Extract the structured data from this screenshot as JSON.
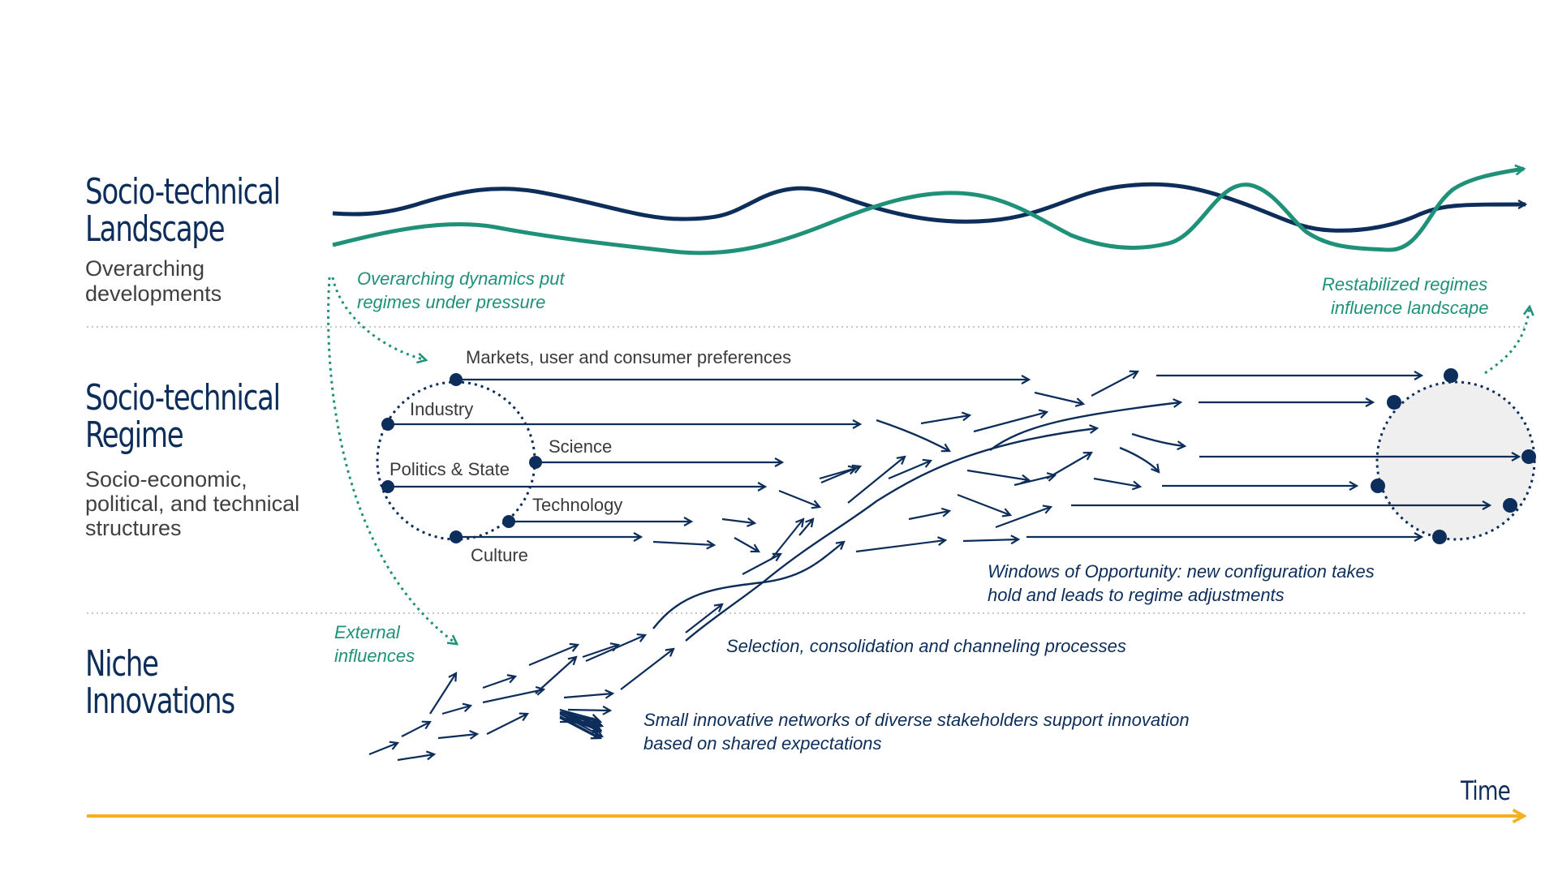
{
  "levels": {
    "landscape": {
      "title_line1": "Socio-technical",
      "title_line2": "Landscape",
      "subtitle_line1": "Overarching",
      "subtitle_line2": "developments"
    },
    "regime": {
      "title_line1": "Socio-technical",
      "title_line2": "Regime",
      "subtitle_line1": "Socio-economic,",
      "subtitle_line2": "political, and technical",
      "subtitle_line3": "structures"
    },
    "niche": {
      "title_line1": "Niche",
      "title_line2": "Innovations"
    }
  },
  "regime_actors": {
    "markets": "Markets, user and consumer preferences",
    "industry": "Industry",
    "science": "Science",
    "politics": "Politics & State",
    "technology": "Technology",
    "culture": "Culture"
  },
  "annotations": {
    "pressure_line1": "Overarching dynamics put",
    "pressure_line2": "regimes under pressure",
    "restabilized_line1": "Restabilized regimes",
    "restabilized_line2": "influence landscape",
    "external_line1": "External",
    "external_line2": "influences",
    "windows_line1": "Windows of Opportunity: new configuration takes",
    "windows_line2": "hold and leads to regime adjustments",
    "selection": "Selection, consolidation and channeling processes",
    "networks_line1": "Small innovative networks of diverse stakeholders support innovation",
    "networks_line2": "based on shared expectations"
  },
  "axis": {
    "time_label": "Time"
  },
  "colors": {
    "navy": "#0d2d5a",
    "green": "#1f9178",
    "orange": "#f5b01f",
    "divider": "#c8c8c8",
    "circle_fill": "#efefef"
  }
}
